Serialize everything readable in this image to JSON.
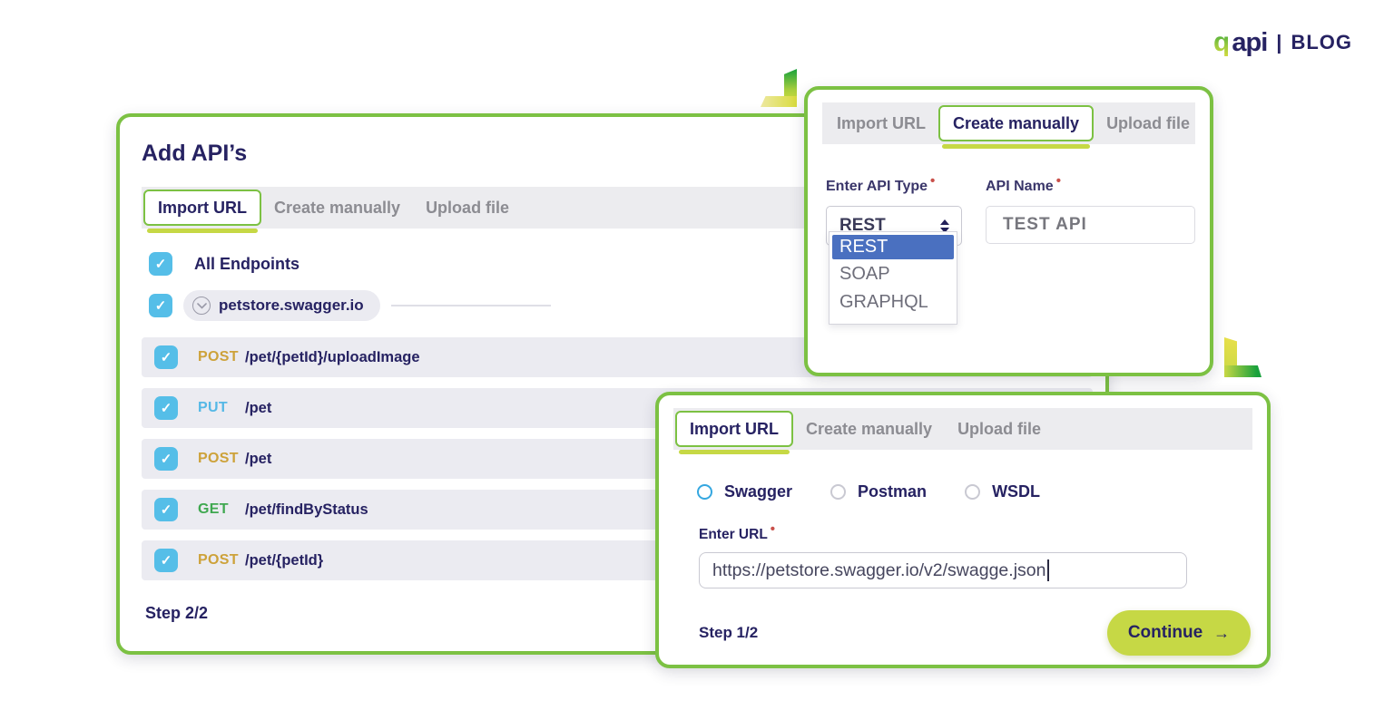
{
  "brand": {
    "logo_accent": "q",
    "logo_rest": "api",
    "separator": "|",
    "blog": "BLOG"
  },
  "icons": {
    "check": "✓",
    "chevron_circle": "chevron-down-icon",
    "select_arrows": "select-updown-icon"
  },
  "colors": {
    "accent_green": "#7CC143",
    "lime": "#C6D845",
    "navy": "#262262",
    "tab_inactive_text": "#8C8C92",
    "row_bg": "#EBEBF1",
    "checkbox_blue": "#55BEE8",
    "method_post": "#CDA23A",
    "method_put": "#55B8E6",
    "method_get": "#3FA850",
    "dropdown_highlight": "#4A70C0",
    "required_dot": "#C9504A",
    "radio_selected": "#35A7E0"
  },
  "left_panel": {
    "title": "Add API’s",
    "tabs": [
      {
        "label": "Import URL",
        "active": true
      },
      {
        "label": "Create manually",
        "active": false
      },
      {
        "label": "Upload file",
        "active": false
      }
    ],
    "all_endpoints_label": "All Endpoints",
    "group": {
      "label": "petstore.swagger.io"
    },
    "endpoints": [
      {
        "method": "POST",
        "path": "/pet/{petId}/uploadImage"
      },
      {
        "method": "PUT",
        "path": "/pet"
      },
      {
        "method": "POST",
        "path": "/pet"
      },
      {
        "method": "GET",
        "path": "/pet/findByStatus"
      },
      {
        "method": "POST",
        "path": "/pet/{petId}"
      }
    ],
    "step_label": "Step 2/2"
  },
  "create_panel": {
    "tabs": [
      {
        "label": "Import URL",
        "active": false
      },
      {
        "label": "Create manually",
        "active": true
      },
      {
        "label": "Upload file",
        "active": false
      }
    ],
    "api_type_label": "Enter API Type",
    "api_type_required": "•",
    "api_type_value": "REST",
    "api_name_label": "API Name",
    "api_name_required": "•",
    "api_name_value": "TEST API",
    "dropdown": {
      "options": [
        "REST",
        "SOAP",
        "GRAPHQL"
      ],
      "selected_index": 0
    }
  },
  "import_panel": {
    "tabs": [
      {
        "label": "Import URL",
        "active": true
      },
      {
        "label": "Create manually",
        "active": false
      },
      {
        "label": "Upload file",
        "active": false
      }
    ],
    "radios": [
      {
        "label": "Swagger",
        "selected": true
      },
      {
        "label": "Postman",
        "selected": false
      },
      {
        "label": "WSDL",
        "selected": false
      }
    ],
    "url_label": "Enter URL",
    "url_required": "•",
    "url_value": "https://petstore.swagger.io/v2/swagge.json",
    "step_label": "Step 1/2",
    "continue_label": "Continue",
    "continue_arrow": "→"
  }
}
